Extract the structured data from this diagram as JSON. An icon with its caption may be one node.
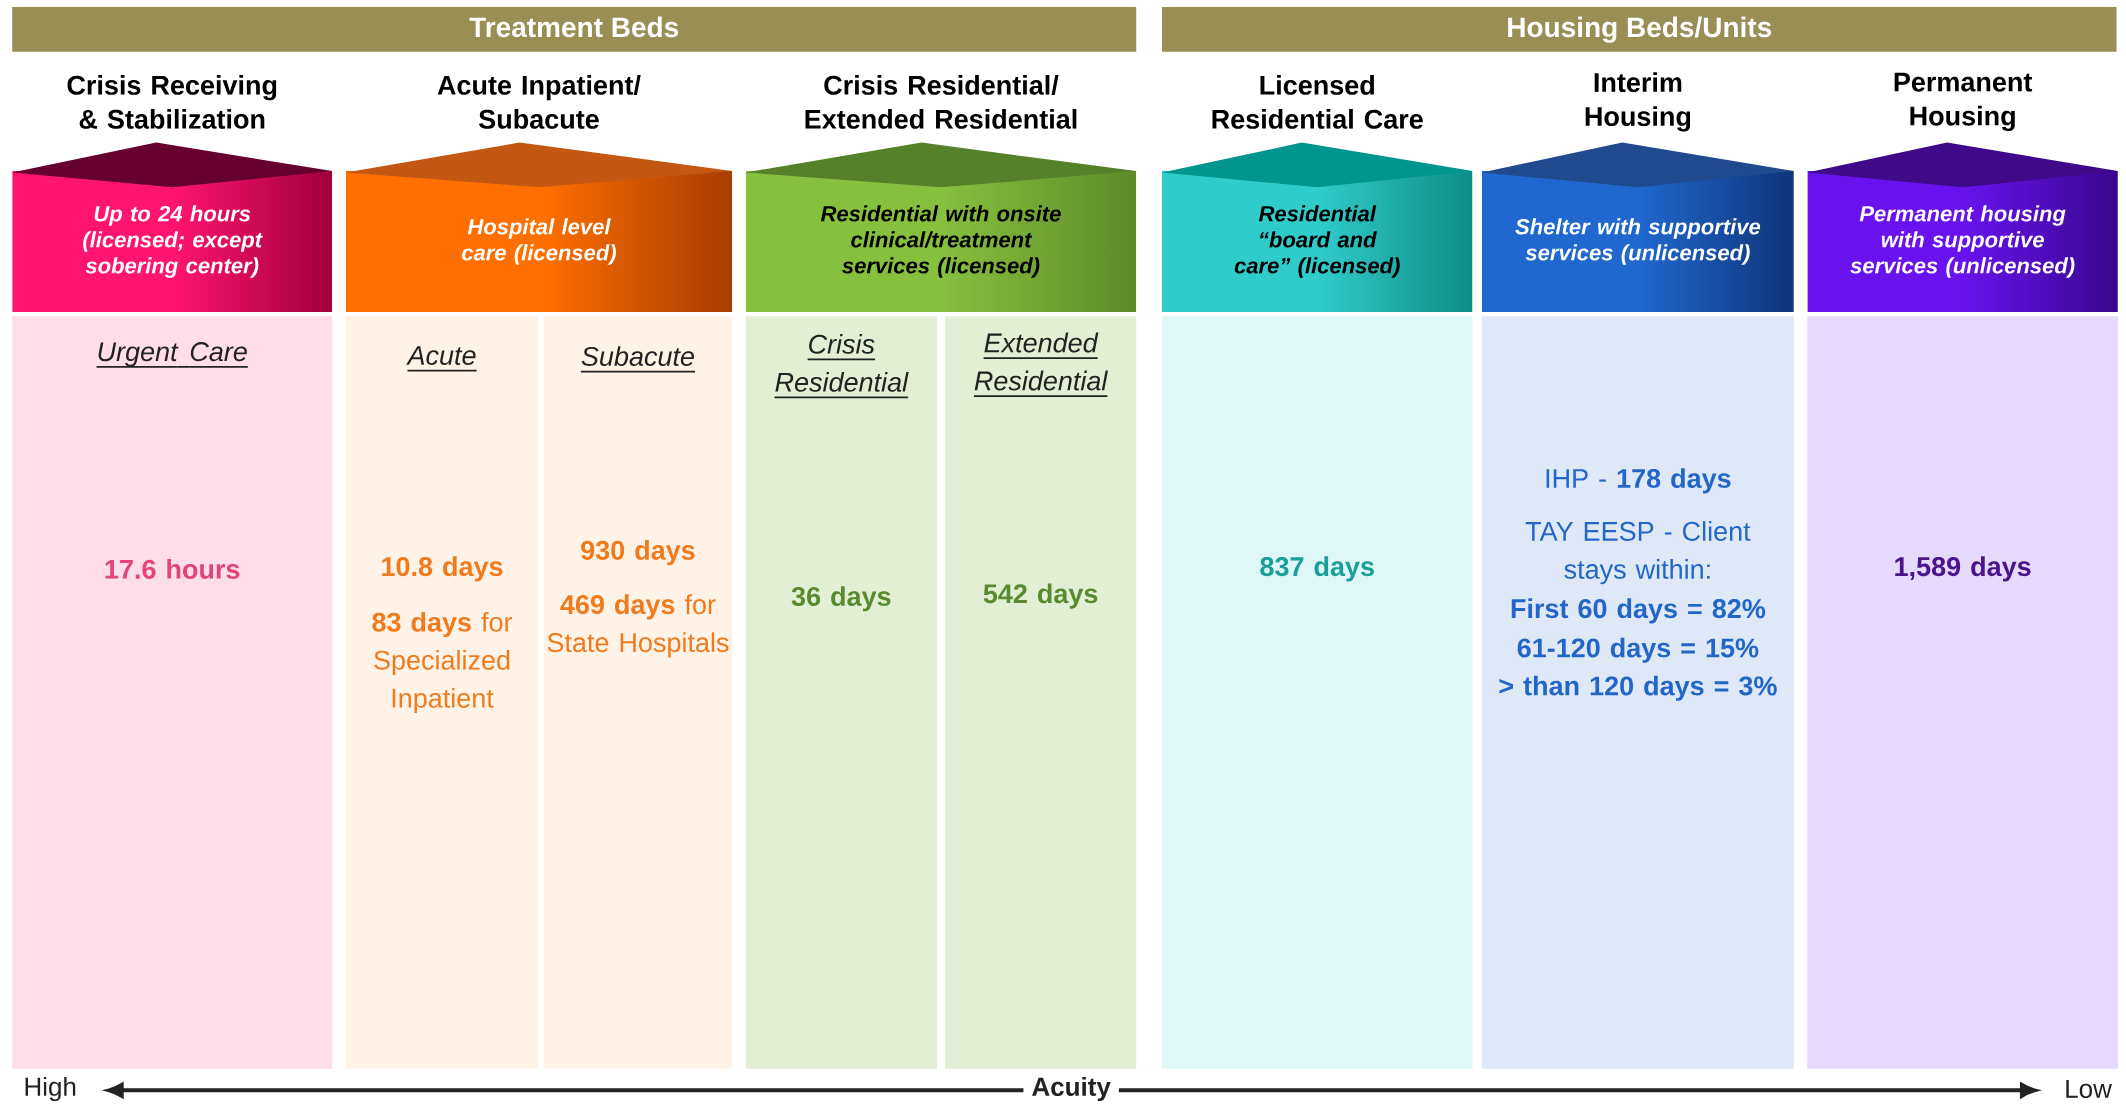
{
  "diagram": {
    "nodes": [
      {
        "text": [
          "Treatment Beds"
        ]
      },
      {
        "text": [
          "Housing Beds/Units"
        ]
      },
      {
        "text": [
          "Crisis Receiving & Stabilization",
          "Up to 24 hours (licensed; except sobering center)"
        ]
      },
      {
        "text": [
          "Acute Inpatient/ Subacute",
          "Hospital level care (licensed)"
        ]
      },
      {
        "text": [
          "Crisis Residential/ Extended Residential",
          "Residential with onsite clinical/treatment services (licensed)"
        ]
      },
      {
        "text": [
          "Licensed Residential Care",
          "Residential “board and care” (licensed)"
        ]
      },
      {
        "text": [
          "Interim Housing",
          "Shelter with supportive services (unlicensed)"
        ]
      },
      {
        "text": [
          "Permanent Housing",
          "Permanent housing with supportive services (unlicensed)"
        ]
      },
      {
        "text": [
          "Urgent Care",
          "17.6 hours"
        ]
      },
      {
        "text": [
          "Acute",
          "10.8 days",
          "**83 days** for Specialized Inpatient"
        ]
      },
      {
        "text": [
          "Subacute",
          "930 days",
          "**469 days** for State Hospitals"
        ]
      },
      {
        "text": [
          "Crisis Residential",
          "36 days"
        ]
      },
      {
        "text": [
          "Extended Residential",
          "542 days"
        ]
      },
      {
        "text": [
          "837 days"
        ]
      },
      {
        "text": [
          "IHP - **178 days**",
          "TAY EESP - Client stays within:",
          "First 60 days = 82%",
          "61-120 days = 15%",
          "> than 120 days = 3%"
        ]
      },
      {
        "text": [
          "1,589 days"
        ]
      }
    ],
    "labels": [
      "High",
      "Acuity",
      "Low"
    ]
  }
}
